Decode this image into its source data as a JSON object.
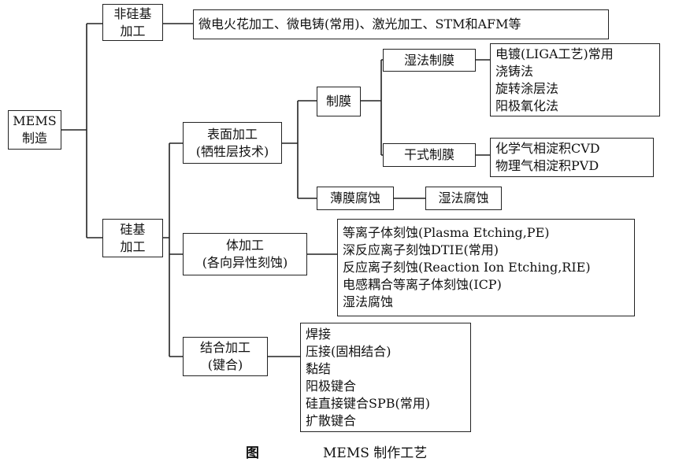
{
  "root": [
    "MEMS",
    "制造"
  ],
  "non_silicon": {
    "label": [
      "非硅基",
      "加工"
    ],
    "methods": "微电火花加工、微电铸(常用)、激光加工、STM和AFM等"
  },
  "silicon": {
    "label": [
      "硅基",
      "加工"
    ],
    "surface": {
      "label": [
        "表面加工",
        "(牺牲层技术)"
      ],
      "film": {
        "label": "制膜",
        "wet": {
          "label": "湿法制膜",
          "items": [
            "电镀(LIGA工艺)常用",
            "浇铸法",
            "旋转涂层法",
            "阳极氧化法"
          ]
        },
        "dry": {
          "label": "干式制膜",
          "items": [
            "化学气相淀积CVD",
            "物理气相淀积PVD"
          ]
        }
      },
      "etch": {
        "label": "薄膜腐蚀",
        "child": "湿法腐蚀"
      }
    },
    "bulk": {
      "label": [
        "体加工",
        "(各向异性刻蚀)"
      ],
      "items": [
        "等离子体刻蚀(Plasma Etching,PE)",
        "深反应离子刻蚀DTIE(常用)",
        "反应离子刻蚀(Reaction Ion Etching,RIE)",
        "电感耦合等离子体刻蚀(ICP)",
        "湿法腐蚀"
      ]
    },
    "bonding": {
      "label": [
        "结合加工",
        "(键合)"
      ],
      "items": [
        "焊接",
        "压接(固相结合)",
        "黏结",
        "阳极键合",
        "硅直接键合SPB(常用)",
        "扩散键合"
      ]
    }
  },
  "caption": {
    "prefix": "图",
    "title": "MEMS 制作工艺"
  }
}
